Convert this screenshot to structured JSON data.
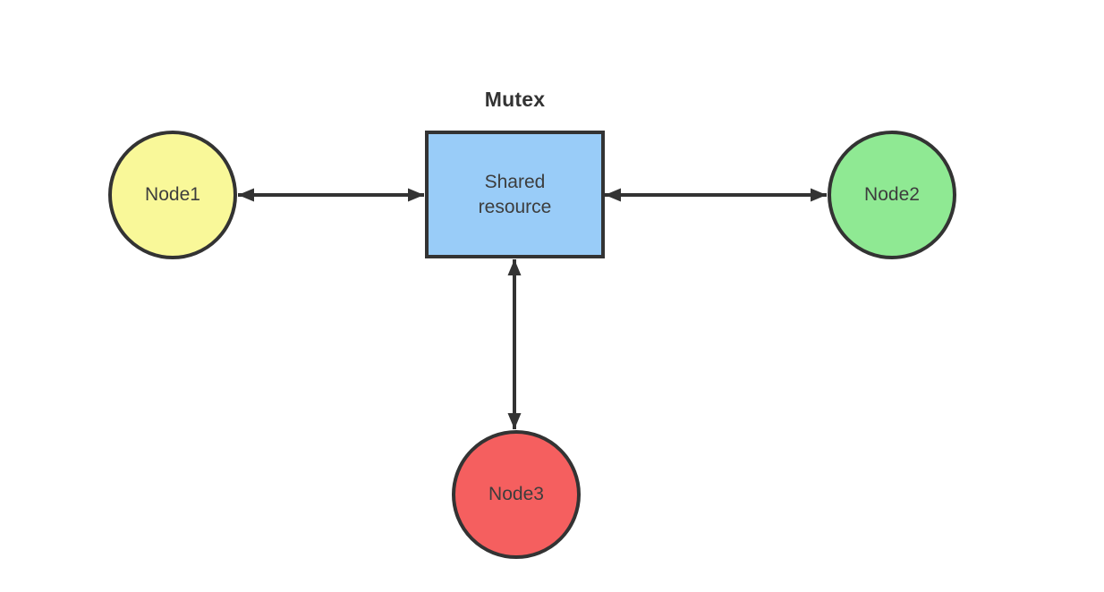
{
  "title": "Mutex",
  "box": {
    "label": "Shared\nresource"
  },
  "nodes": {
    "node1": {
      "label": "Node1",
      "fill": "#f9f899"
    },
    "node2": {
      "label": "Node2",
      "fill": "#8fe993"
    },
    "node3": {
      "label": "Node3",
      "fill": "#f55f5f"
    }
  },
  "colors": {
    "background": "#ffffff",
    "stroke": "#333333",
    "text": "#3d3d3d",
    "box_fill": "#99ccf8"
  }
}
